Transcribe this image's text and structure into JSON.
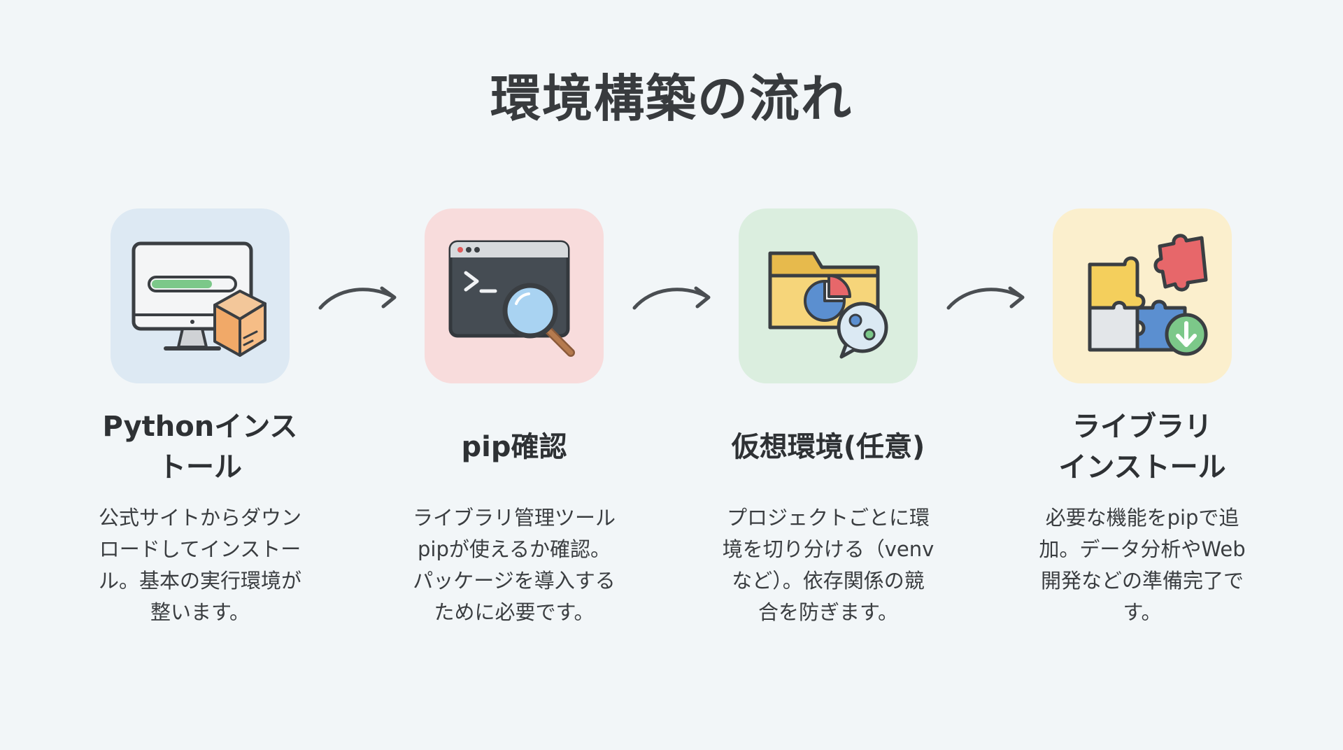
{
  "title": "環境構築の流れ",
  "colors": {
    "tile_blue": "#dde9f3",
    "tile_red": "#f8dcdc",
    "tile_green": "#dbeedf",
    "tile_yellow": "#fbefcd"
  },
  "steps": [
    {
      "icon": "monitor-package-icon",
      "title": "Pythonインス\nトール",
      "desc": "公式サイトからダウン\nロードしてインストー\nル。基本の実行環境が\n整います。"
    },
    {
      "icon": "terminal-magnifier-icon",
      "title": "pip確認",
      "desc": "ライブラリ管理ツール\npipが使えるか確認。\nパッケージを導入する\nために必要です。"
    },
    {
      "icon": "folder-chart-icon",
      "title": "仮想環境(任意)",
      "desc": "プロジェクトごとに環\n境を切り分ける（venv\nなど）。依存関係の競\n合を防ぎます。"
    },
    {
      "icon": "puzzle-download-icon",
      "title": "ライブラリ\nインストール",
      "desc": "必要な機能をpipで追\n加。データ分析やWeb\n開発などの準備完了で\nす。"
    }
  ]
}
